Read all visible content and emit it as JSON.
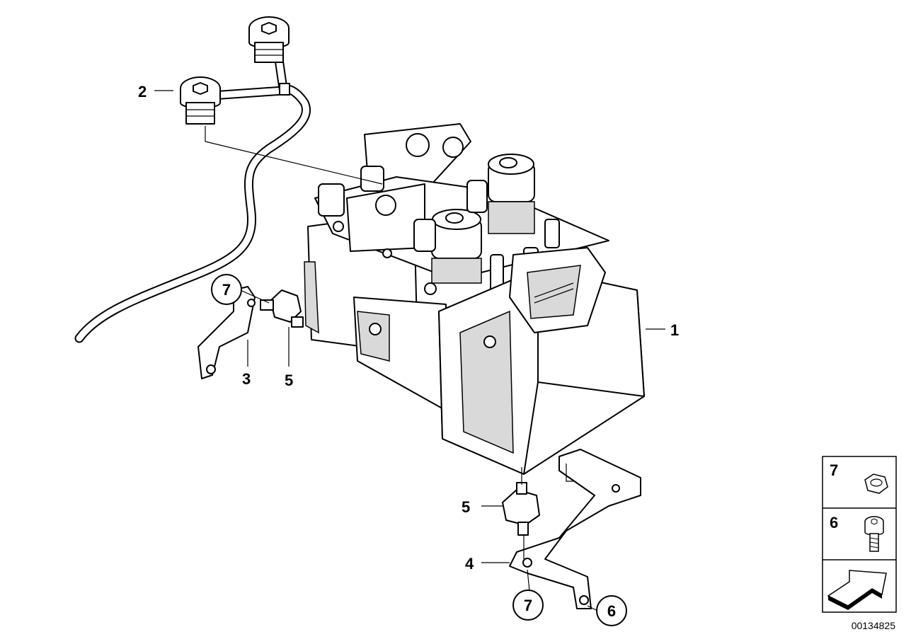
{
  "callouts": {
    "c1": "1",
    "c2": "2",
    "c3": "3",
    "c4": "4",
    "c5a": "5",
    "c5b": "5",
    "c6": "6",
    "c7a": "7",
    "c7b": "7"
  },
  "legend": {
    "row1": "7",
    "row2": "6"
  },
  "doc_number": "00134825"
}
